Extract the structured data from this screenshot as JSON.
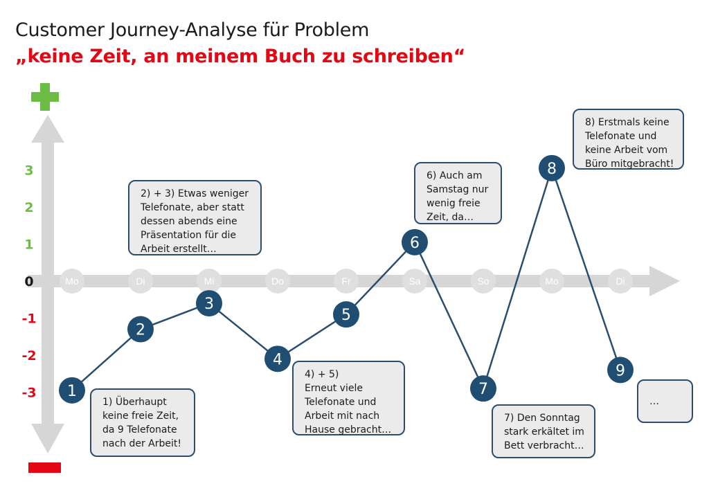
{
  "header": {
    "title": "Customer Journey-Analyse für Problem",
    "subtitle": "„keine Zeit, an meinem Buch zu schreiben“"
  },
  "scale": {
    "plus_symbol": "plus-icon",
    "minus_symbol": "minus-icon",
    "y_labels": [
      "3",
      "2",
      "1",
      "0",
      "-1",
      "-2",
      "-3"
    ]
  },
  "days": [
    "Mo",
    "Di",
    "Mi",
    "Do",
    "Fr",
    "Sa",
    "So",
    "Mo",
    "Di"
  ],
  "points": [
    {
      "label": "1",
      "day": "Mo",
      "value": -2.95
    },
    {
      "label": "2",
      "day": "Di",
      "value": -1.3
    },
    {
      "label": "3",
      "day": "Mi",
      "value": -0.6
    },
    {
      "label": "4",
      "day": "Do",
      "value": -2.1
    },
    {
      "label": "5",
      "day": "Fr",
      "value": -0.9
    },
    {
      "label": "6",
      "day": "Sa",
      "value": 1.05
    },
    {
      "label": "7",
      "day": "So",
      "value": -2.9
    },
    {
      "label": "8",
      "day": "Mo",
      "value": 3.05
    },
    {
      "label": "9",
      "day": "Di",
      "value": -2.4
    }
  ],
  "notes": [
    {
      "lines": [
        "1) Überhaupt",
        "keine freie Zeit,",
        "da 9 Telefonate",
        "nach der Arbeit!"
      ]
    },
    {
      "lines": [
        "2) + 3) Etwas weniger",
        "Telefonate, aber statt",
        "dessen abends eine",
        "Präsentation für die",
        "Arbeit erstellt…"
      ]
    },
    {
      "lines": [
        "4) + 5)",
        "Erneut viele",
        "Telefonate und",
        "Arbeit mit nach",
        "Hause gebracht…"
      ]
    },
    {
      "lines": [
        "6) Auch am",
        "Samstag nur",
        "wenig freie",
        "Zeit, da…"
      ]
    },
    {
      "lines": [
        "7) Den Sonntag",
        "stark erkältet im",
        "Bett verbracht…"
      ]
    },
    {
      "lines": [
        "8) Erstmals keine",
        "Telefonate und",
        "keine Arbeit vom",
        "Büro mitgebracht!"
      ]
    },
    {
      "lines": [
        "…"
      ]
    }
  ],
  "colors": {
    "positive": "#6cbd45",
    "negative": "#e30613",
    "line": "#2a4d6e",
    "point_fill": "#1f4e72",
    "axis": "#d6d6d6",
    "note_border": "#2a4d6e",
    "note_fill": "#ebebeb"
  }
}
